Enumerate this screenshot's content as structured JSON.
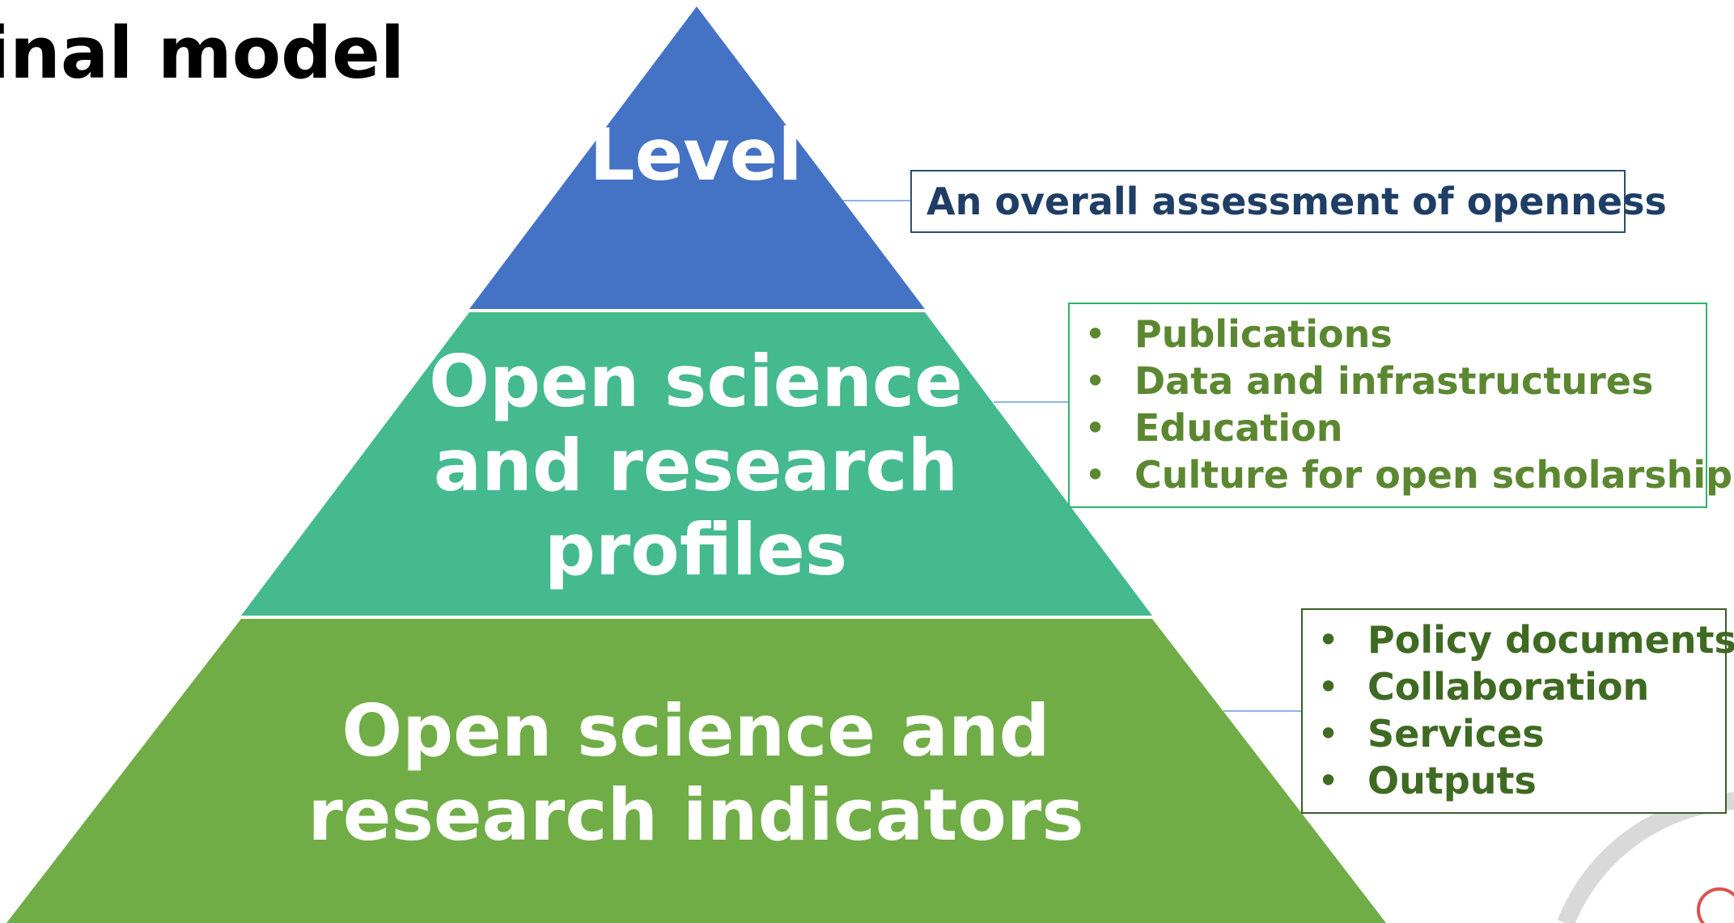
{
  "title": "inal model",
  "pyramid": {
    "top": {
      "label": "Level",
      "color": "#4472C4"
    },
    "middle": {
      "label": "Open science and research profiles",
      "color": "#44BA8E"
    },
    "bottom": {
      "label": "Open science and research indicators",
      "color": "#70AD47"
    }
  },
  "boxes": {
    "top": {
      "text": "An overall assessment of openness"
    },
    "middle": {
      "items": [
        "Publications",
        "Data and infrastructures",
        "Education",
        "Culture for open scholarship"
      ]
    },
    "bottom": {
      "items": [
        "Policy documents",
        "Collaboration",
        "Services",
        "Outputs"
      ]
    }
  },
  "bullet_char": "•"
}
